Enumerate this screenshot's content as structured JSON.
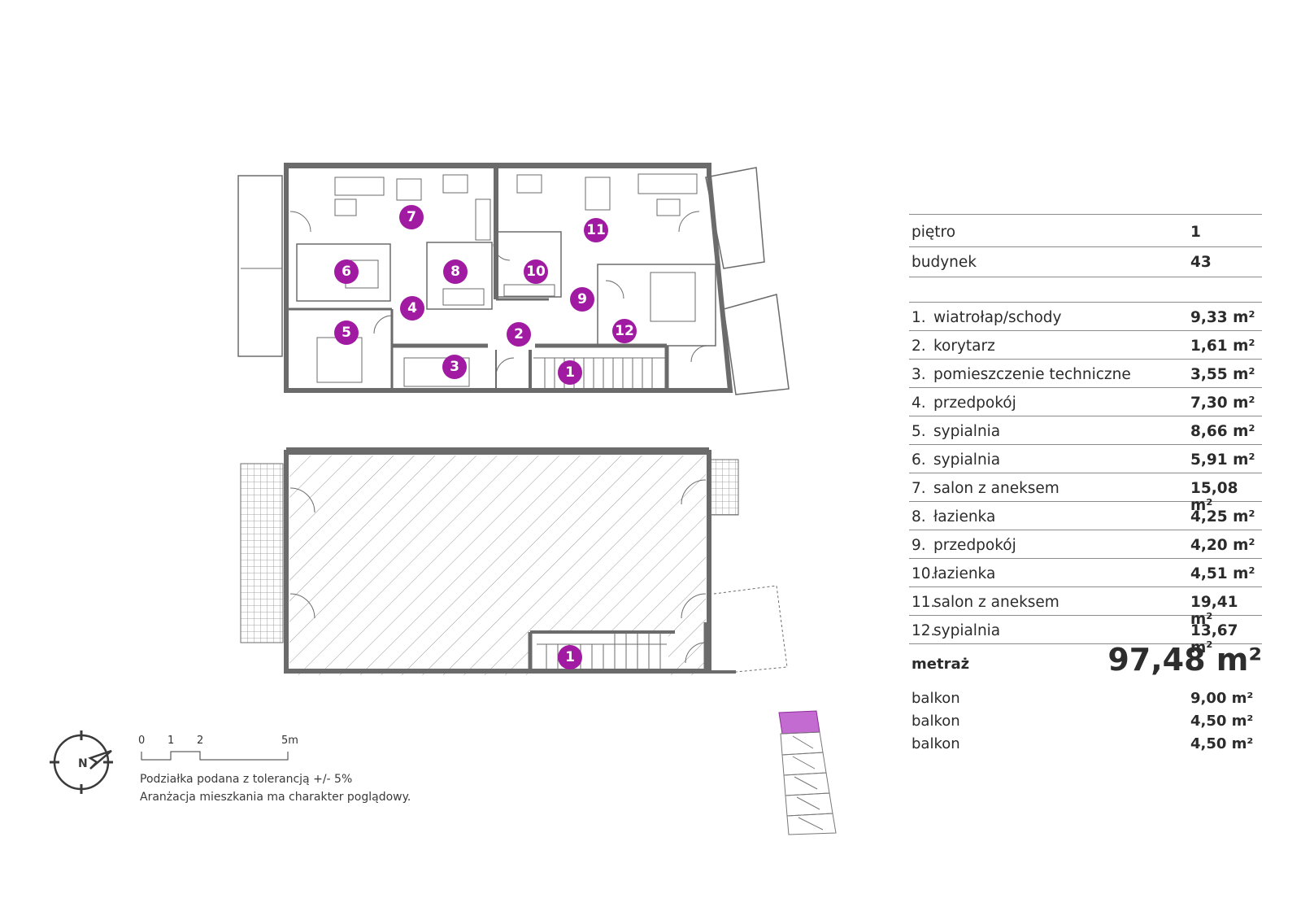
{
  "colors": {
    "accent": "#a01aa2",
    "wall": "#6b6b6b",
    "text": "#2b2b2b"
  },
  "info": {
    "floor_label": "piętro",
    "floor_value": "1",
    "building_label": "budynek",
    "building_value": "43"
  },
  "rooms": [
    {
      "num": "1.",
      "name": "wiatrołap/schody",
      "area": "9,33 m²"
    },
    {
      "num": "2.",
      "name": "korytarz",
      "area": "1,61 m²"
    },
    {
      "num": "3.",
      "name": "pomieszczenie techniczne",
      "area": "3,55 m²"
    },
    {
      "num": "4.",
      "name": "przedpokój",
      "area": "7,30 m²"
    },
    {
      "num": "5.",
      "name": "sypialnia",
      "area": "8,66 m²"
    },
    {
      "num": "6.",
      "name": "sypialnia",
      "area": "5,91 m²"
    },
    {
      "num": "7.",
      "name": "salon z aneksem",
      "area": "15,08 m²"
    },
    {
      "num": "8.",
      "name": "łazienka",
      "area": "4,25 m²"
    },
    {
      "num": "9.",
      "name": "przedpokój",
      "area": "4,20 m²"
    },
    {
      "num": "10.",
      "name": "łazienka",
      "area": "4,51 m²"
    },
    {
      "num": "11.",
      "name": "salon z aneksem",
      "area": "19,41 m²"
    },
    {
      "num": "12.",
      "name": "sypialnia",
      "area": "13,67 m²"
    }
  ],
  "total": {
    "label": "metraż",
    "value": "97,48 m²"
  },
  "balconies": [
    {
      "label": "balkon",
      "area": "9,00 m²"
    },
    {
      "label": "balkon",
      "area": "4,50 m²"
    },
    {
      "label": "balkon",
      "area": "4,50 m²"
    }
  ],
  "scale": {
    "t0": "0",
    "t1": "1",
    "t2": "2",
    "t5": "5m"
  },
  "notes": {
    "line1": "Podziałka podana z tolerancją +/- 5%",
    "line2": "Aranżacja mieszkania ma charakter poglądowy."
  },
  "badges": {
    "b1": "1",
    "b2": "2",
    "b3": "3",
    "b4": "4",
    "b5": "5",
    "b6": "6",
    "b7": "7",
    "b8": "8",
    "b9": "9",
    "b10": "10",
    "b11": "11",
    "b12": "12",
    "b1_lower": "1"
  }
}
